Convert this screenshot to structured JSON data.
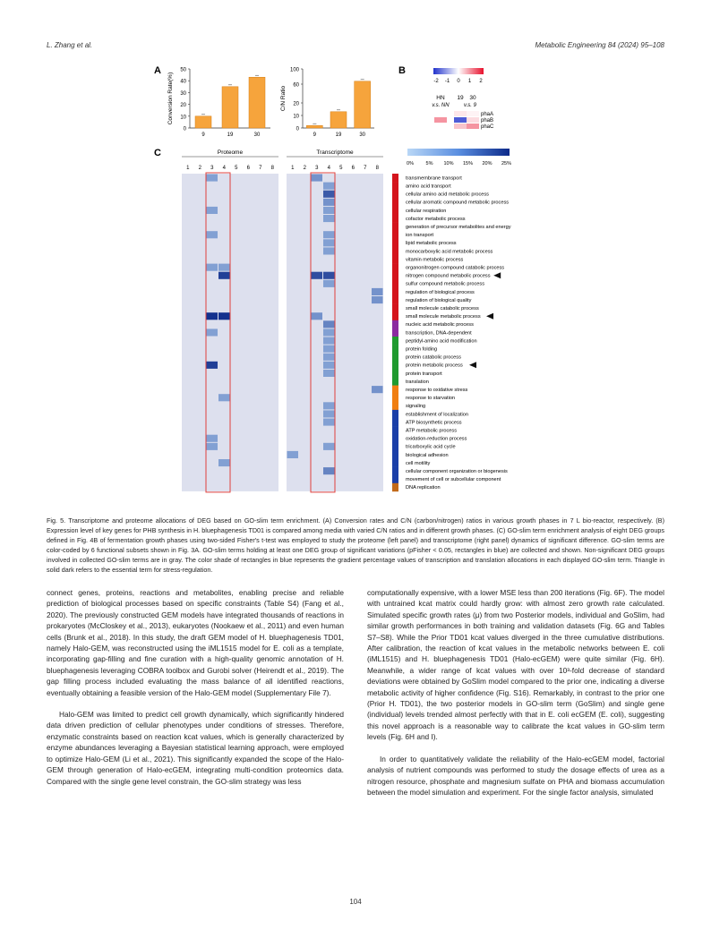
{
  "header": {
    "left": "L. Zhang et al.",
    "right": "Metabolic Engineering 84 (2024) 95–108"
  },
  "panel_letters": [
    "A",
    "B",
    "C"
  ],
  "chart_data": [
    {
      "type": "bar",
      "categories": [
        "9",
        "19",
        "30"
      ],
      "values": [
        10,
        35,
        43
      ],
      "ylabel": "Conversion Rate(%)",
      "ylim": [
        0,
        50
      ],
      "yticks": [
        "0",
        "10",
        "20",
        "30",
        "40",
        "50"
      ]
    },
    {
      "type": "bar",
      "categories": [
        "9",
        "19",
        "30"
      ],
      "values": [
        2,
        13,
        71
      ],
      "ylabel": "C/N Ratio",
      "ylim": [
        0,
        100
      ],
      "yticks": [
        "0",
        "10",
        "20",
        "60",
        "100"
      ]
    }
  ],
  "panel_b": {
    "scale_ticks": [
      "-2",
      "-1",
      "0",
      "1",
      "2"
    ],
    "col_labels": [
      "HN",
      "19",
      "30"
    ],
    "col_sub": [
      "v.s. NN",
      "v.s. 9"
    ],
    "genes": [
      "phaA",
      "phaB",
      "phaC"
    ],
    "cells": [
      [
        0,
        0.2,
        0.1
      ],
      [
        0.9,
        -1.6,
        0.3
      ],
      [
        0,
        0.5,
        0.9
      ]
    ],
    "colors": {
      "neg": "#2233cc",
      "pos": "#e8112d"
    }
  },
  "panel_c": {
    "left_title": "Proteome",
    "right_title": "Transcriptome",
    "groups": [
      "1",
      "2",
      "3",
      "4",
      "5",
      "6",
      "7",
      "8"
    ],
    "scale_ticks": [
      "0%",
      "5%",
      "10%",
      "15%",
      "20%",
      "25%"
    ],
    "terms": [
      {
        "name": "transmembrane transport",
        "cat": 0
      },
      {
        "name": "amino acid transport",
        "cat": 0
      },
      {
        "name": "cellular amino acid metabolic process",
        "cat": 0
      },
      {
        "name": "cellular aromatic compound metabolic process",
        "cat": 0
      },
      {
        "name": "cellular respiration",
        "cat": 0
      },
      {
        "name": "cofactor metabolic process",
        "cat": 0
      },
      {
        "name": "generation of precursor metabolites and energy",
        "cat": 0
      },
      {
        "name": "ion transport",
        "cat": 0
      },
      {
        "name": "lipid metabolic process",
        "cat": 0
      },
      {
        "name": "monocarboxylic acid metabolic process",
        "cat": 0
      },
      {
        "name": "vitamin metabolic process",
        "cat": 0
      },
      {
        "name": "organonitrogen compound catabolic process",
        "cat": 0
      },
      {
        "name": "nitrogen compound metabolic process",
        "cat": 0,
        "mark": true
      },
      {
        "name": "sulfur compound metabolic process",
        "cat": 0
      },
      {
        "name": "regulation of biological process",
        "cat": 0
      },
      {
        "name": "regulation of biological quality",
        "cat": 0
      },
      {
        "name": "small molecule catabolic process",
        "cat": 0
      },
      {
        "name": "small molecule metabolic process",
        "cat": 0,
        "mark": true
      },
      {
        "name": "nucleic acid metabolic process",
        "cat": 1
      },
      {
        "name": "transcription, DNA-dependent",
        "cat": 1
      },
      {
        "name": "peptidyl-amino acid modification",
        "cat": 2
      },
      {
        "name": "protein folding",
        "cat": 2
      },
      {
        "name": "protein catabolic process",
        "cat": 2
      },
      {
        "name": "protein metabolic process",
        "cat": 2,
        "mark": true
      },
      {
        "name": "protein transport",
        "cat": 2
      },
      {
        "name": "translation",
        "cat": 2
      },
      {
        "name": "response to oxidative stress",
        "cat": 3
      },
      {
        "name": "response to starvation",
        "cat": 3
      },
      {
        "name": "signaling",
        "cat": 3
      },
      {
        "name": "establishment of localization",
        "cat": 4
      },
      {
        "name": "ATP biosynthetic process",
        "cat": 4
      },
      {
        "name": "ATP metabolic process",
        "cat": 4
      },
      {
        "name": "oxidation-reduction process",
        "cat": 4
      },
      {
        "name": "tricarboxylic acid cycle",
        "cat": 4
      },
      {
        "name": "biological adhesion",
        "cat": 4
      },
      {
        "name": "cell motility",
        "cat": 4
      },
      {
        "name": "cellular component organization or biogenesis",
        "cat": 4
      },
      {
        "name": "movement of cell or subcellular component",
        "cat": 4
      },
      {
        "name": "DNA replication",
        "cat": 5
      }
    ],
    "category_colors": [
      "#d4141c",
      "#8b2aa0",
      "#1f9a2f",
      "#f07f12",
      "#1a3fa8",
      "#c26a1a"
    ],
    "proteome_cells": [
      [
        3,
        0,
        8
      ],
      [
        3,
        4,
        8
      ],
      [
        3,
        7,
        8
      ],
      [
        3,
        11,
        8
      ],
      [
        4,
        11,
        8
      ],
      [
        4,
        12,
        22
      ],
      [
        3,
        17,
        24
      ],
      [
        4,
        17,
        24
      ],
      [
        3,
        19,
        8
      ],
      [
        3,
        23,
        22
      ],
      [
        4,
        27,
        8
      ],
      [
        3,
        32,
        8
      ],
      [
        3,
        33,
        8
      ],
      [
        4,
        35,
        8
      ]
    ],
    "transcriptome_cells": [
      [
        3,
        0,
        10
      ],
      [
        4,
        1,
        8
      ],
      [
        4,
        2,
        18
      ],
      [
        4,
        3,
        10
      ],
      [
        4,
        4,
        8
      ],
      [
        4,
        5,
        8
      ],
      [
        4,
        7,
        8
      ],
      [
        4,
        8,
        8
      ],
      [
        4,
        9,
        8
      ],
      [
        3,
        12,
        20
      ],
      [
        4,
        12,
        20
      ],
      [
        4,
        13,
        8
      ],
      [
        8,
        14,
        10
      ],
      [
        8,
        15,
        10
      ],
      [
        3,
        17,
        10
      ],
      [
        4,
        18,
        12
      ],
      [
        4,
        19,
        8
      ],
      [
        4,
        20,
        8
      ],
      [
        4,
        21,
        8
      ],
      [
        4,
        22,
        8
      ],
      [
        4,
        23,
        8
      ],
      [
        4,
        24,
        8
      ],
      [
        8,
        26,
        10
      ],
      [
        4,
        28,
        8
      ],
      [
        4,
        29,
        8
      ],
      [
        4,
        30,
        8
      ],
      [
        4,
        33,
        8
      ],
      [
        1,
        34,
        8
      ],
      [
        4,
        36,
        12
      ]
    ]
  },
  "caption": "Fig. 5. Transcriptome and proteome allocations of DEG based on GO-slim term enrichment. (A) Conversion rates and C/N (carbon/nitrogen) ratios in various growth phases in 7 L bio-reactor, respectively. (B) Expression level of key genes for PHB synthesis in H. bluephagenesis TD01 is compared among media with varied C/N ratios and in different growth phases. (C) GO-slim term enrichment analysis of eight DEG groups defined in Fig. 4B of fermentation growth phases using two-sided Fisher's t-test was employed to study the proteome (left panel) and transcriptome (right panel) dynamics of significant difference. GO-slim terms are color-coded by 6 functional subsets shown in Fig. 3A. GO-slim terms holding at least one DEG group of significant variations (pFisher < 0.05, rectangles in blue) are collected and shown. Non-significant DEG groups involved in collected GO-slim terms are in gray. The color shade of rectangles in blue represents the gradient percentage values of transcription and translation allocations in each displayed GO-slim term. Triangle in solid dark refers to the essential term for stress-regulation.",
  "left_col": [
    "connect genes, proteins, reactions and metabolites, enabling precise and reliable prediction of biological processes based on specific constraints (Table S4) (Fang et al., 2020). The previously constructed GEM models have integrated thousands of reactions in prokaryotes (McCloskey et al., 2013), eukaryotes (Nookaew et al., 2011) and even human cells (Brunk et al., 2018). In this study, the draft GEM model of H. bluephagenesis TD01, namely Halo-GEM, was reconstructed using the iML1515 model for E. coli as a template, incorporating gap-filling and fine curation with a high-quality genomic annotation of H. bluephagenesis leveraging COBRA toolbox and Gurobi solver (Heirendt et al., 2019). The gap filling process included evaluating the mass balance of all identified reactions, eventually obtaining a feasible version of the Halo-GEM model (Supplementary File 7).",
    "Halo-GEM was limited to predict cell growth dynamically, which significantly hindered data driven prediction of cellular phenotypes under conditions of stresses. Therefore, enzymatic constraints based on reaction kcat values, which is generally characterized by enzyme abundances leveraging a Bayesian statistical learning approach, were employed to optimize Halo-GEM (Li et al., 2021). This significantly expanded the scope of the Halo-GEM through generation of Halo-ecGEM, integrating multi-condition proteomics data. Compared with the single gene level constrain, the GO-slim strategy was less"
  ],
  "right_col": [
    "computationally expensive, with a lower MSE less than 200 iterations (Fig. 6F). The model with untrained kcat matrix could hardly grow: with almost zero growth rate calculated. Simulated specific growth rates (μ) from two Posterior models, individual and GoSlim, had similar growth performances in both training and validation datasets (Fig. 6G and Tables S7–S8). While the Prior TD01 kcat values diverged in the three cumulative distributions. After calibration, the reaction of kcat values in the metabolic networks between E. coli (iML1515) and H. bluephagenesis TD01 (Halo-ecGEM) were quite similar (Fig. 6H). Meanwhile, a wider range of kcat values with over 10³-fold decrease of standard deviations were obtained by GoSlim model compared to the prior one, indicating a diverse metabolic activity of higher confidence (Fig. S16). Remarkably, in contrast to the prior one (Prior H. TD01), the two posterior models in GO-slim term (GoSlim) and single gene (individual) levels trended almost perfectly with that in E. coli ecGEM (E. coli), suggesting this novel approach is a reasonable way to calibrate the kcat values in GO-slim term levels (Fig. 6H and I).",
    "In order to quantitatively validate the reliability of the Halo-ecGEM model, factorial analysis of nutrient compounds was performed to study the dosage effects of urea as a nitrogen resource, phosphate and magnesium sulfate on PHA and biomass accumulation between the model simulation and experiment. For the single factor analysis, simulated"
  ],
  "page_number": "104"
}
